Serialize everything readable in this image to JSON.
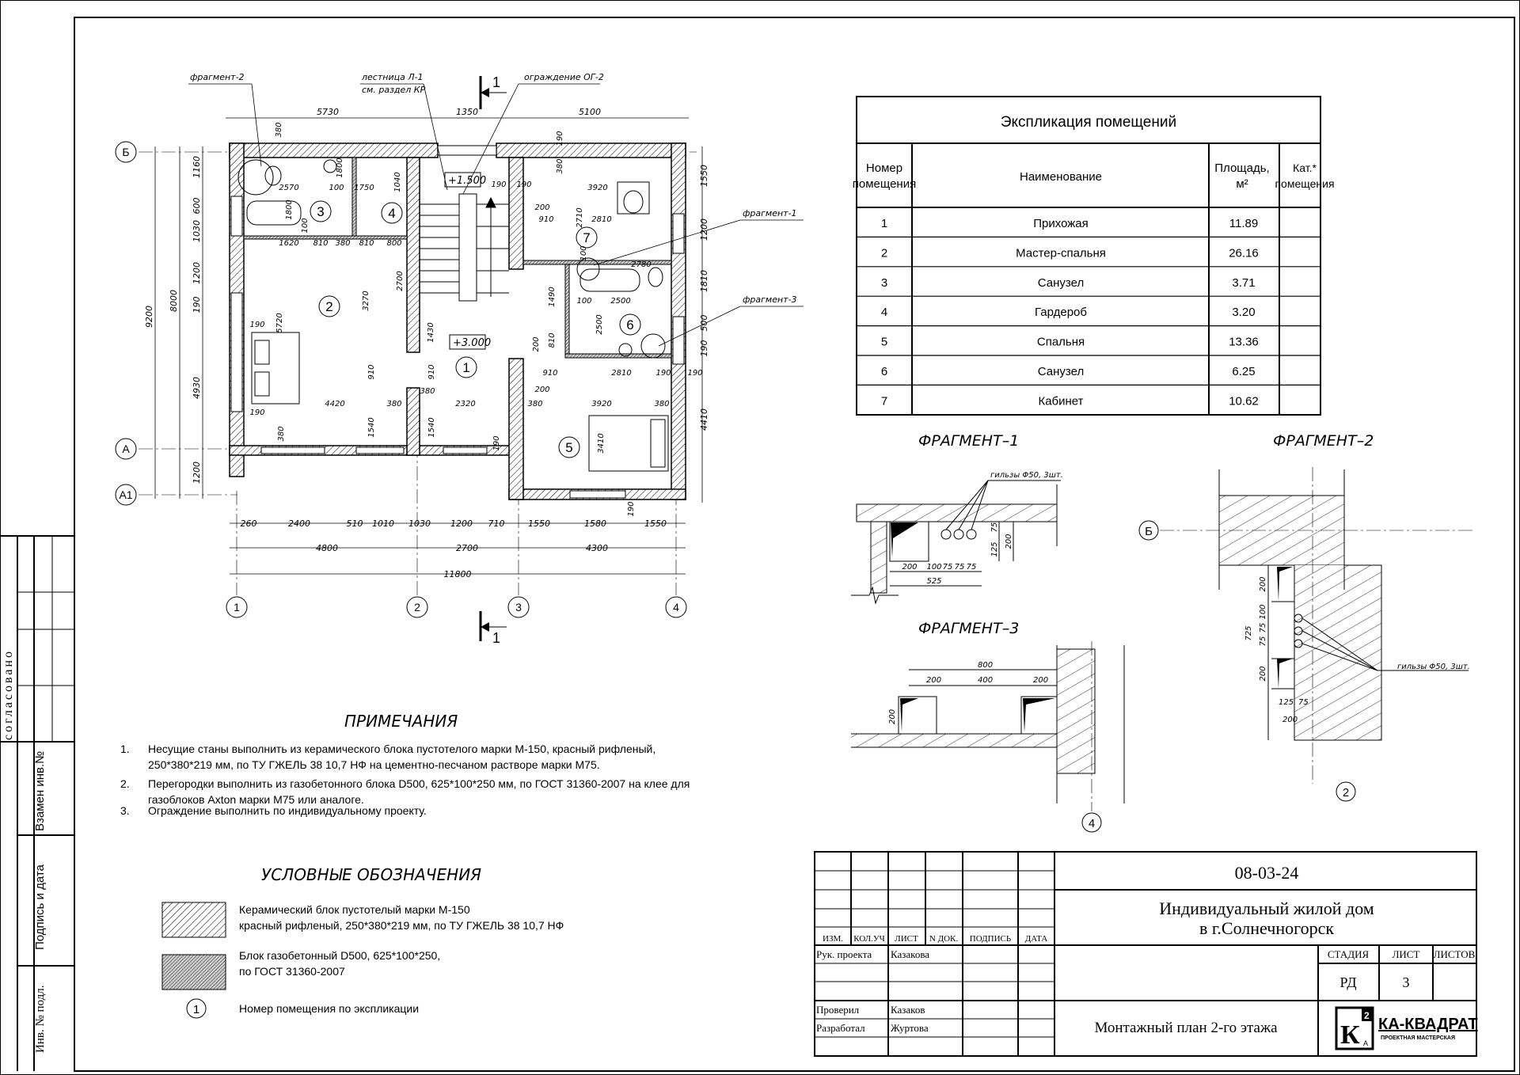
{
  "plan": {
    "callouts": {
      "fragment2": "фрагмент-2",
      "stair_line1": "лестница Л-1",
      "stair_line2": "см. раздел КР",
      "railing": "ограждение ОГ-2",
      "fragment1": "фрагмент-1",
      "fragment3": "фрагмент-3",
      "section_mark": "1"
    },
    "levels": [
      "+1.500",
      "+3.000"
    ],
    "room_numbers": [
      "1",
      "2",
      "3",
      "4",
      "5",
      "6",
      "7"
    ],
    "axes": {
      "rows": [
        "Б",
        "А",
        "А1"
      ],
      "cols": [
        "1",
        "2",
        "3",
        "4"
      ]
    },
    "dims_top": [
      "5730",
      "1350",
      "5100"
    ],
    "dims_bottom_1": [
      "260",
      "2400",
      "510",
      "1010",
      "1030",
      "1200",
      "710",
      "1550",
      "1580",
      "1550"
    ],
    "dims_bottom_2": [
      "4800",
      "2700",
      "4300"
    ],
    "dims_bottom_3": [
      "11800"
    ],
    "dims_left_1": [
      "1160",
      "600",
      "1030",
      "1200",
      "190",
      "4930",
      "1200"
    ],
    "dims_left_2": [
      "8000"
    ],
    "dims_left_3": [
      "9200"
    ],
    "dims_right": [
      "1550",
      "1200",
      "1810",
      "500",
      "190",
      "4410"
    ],
    "dims_inner": [
      "380",
      "2570",
      "100",
      "1750",
      "1800",
      "1620",
      "810",
      "380",
      "810",
      "800",
      "1800",
      "100",
      "3270",
      "2700",
      "1040",
      "190",
      "190",
      "3920",
      "190",
      "380",
      "200",
      "910",
      "2710",
      "2810",
      "2780",
      "100",
      "1490",
      "2500",
      "100",
      "2500",
      "200",
      "810",
      "910",
      "2810",
      "190",
      "190",
      "380",
      "3920",
      "380",
      "200",
      "3410",
      "5720",
      "190",
      "190",
      "4420",
      "380",
      "2320",
      "380",
      "910",
      "910",
      "1540",
      "1540",
      "1430",
      "380",
      "190",
      "190"
    ]
  },
  "explication": {
    "title": "Экспликация помещений",
    "headers": {
      "number": "Номер помещения",
      "name": "Наименование",
      "area": "Площадь, м²",
      "category": "Кат.* помещения"
    },
    "rows": [
      {
        "number": "1",
        "name": "Прихожая",
        "area": "11.89"
      },
      {
        "number": "2",
        "name": "Мастер-спальня",
        "area": "26.16"
      },
      {
        "number": "3",
        "name": "Санузел",
        "area": "3.71"
      },
      {
        "number": "4",
        "name": "Гардероб",
        "area": "3.20"
      },
      {
        "number": "5",
        "name": "Спальня",
        "area": "13.36"
      },
      {
        "number": "6",
        "name": "Санузел",
        "area": "6.25"
      },
      {
        "number": "7",
        "name": "Кабинет",
        "area": "10.62"
      }
    ]
  },
  "fragments": {
    "f1": {
      "title": "ФРАГМЕНТ–1",
      "label": "гильзы Φ50, 3шт.",
      "dims": [
        "200",
        "100",
        "75",
        "75",
        "75",
        "525",
        "125",
        "75",
        "200"
      ]
    },
    "f2": {
      "title": "ФРАГМЕНТ–2",
      "label": "гильзы Φ50, 3шт.",
      "axis": "Б",
      "axis2": "2",
      "dims": [
        "200",
        "100",
        "75",
        "75",
        "200",
        "725",
        "125",
        "75",
        "200"
      ]
    },
    "f3": {
      "title": "ФРАГМЕНТ–3",
      "axis": "4",
      "dims": [
        "800",
        "200",
        "400",
        "200",
        "200"
      ]
    }
  },
  "notes": {
    "title": "ПРИМЕЧАНИЯ",
    "items": [
      {
        "num": "1.",
        "line1": "Несущие станы выполнить из керамического блока пустотелого марки М-150, красный рифленый,",
        "line2": "250*380*219 мм, по ТУ ГЖЕЛЬ 38 10,7 НФ на цементно-песчаном растворе марки М75."
      },
      {
        "num": "2.",
        "line1": "Перегородки выполнить из газобетонного блока D500, 625*100*250 мм, по ГОСТ 31360-2007 на клее для",
        "line2": "газоблоков Axton марки М75 или аналоге."
      },
      {
        "num": "3.",
        "line1": "Ограждение выполнить по индивидуальному проекту.",
        "line2": ""
      }
    ]
  },
  "legend": {
    "title": "УСЛОВНЫЕ  ОБОЗНАЧЕНИЯ",
    "items": [
      {
        "line1": "Керамический блок пустотелый марки М-150",
        "line2": "красный рифленый, 250*380*219 мм, по ТУ ГЖЕЛЬ 38 10,7 НФ"
      },
      {
        "line1": "Блок газобетонный D500, 625*100*250,",
        "line2": "по ГОСТ 31360-2007"
      },
      {
        "symbol": "1",
        "line1": "Номер помещения по экспликации"
      }
    ]
  },
  "side_stamp": {
    "agreed": "согласовано",
    "replaced": "Взамен инв.№",
    "sign_date": "Подпись и дата",
    "inv_no": "Инв. № подл."
  },
  "title_block": {
    "code": "08-03-24",
    "project_line1": "Индивидуальный жилой дом",
    "project_line2": "в г.Солнечногорск",
    "sheet_title": "Монтажный план 2-го этажа",
    "col_headers": [
      "ИЗМ.",
      "КОЛ.УЧ",
      "ЛИСТ",
      "N ДОК.",
      "ПОДПИСЬ",
      "ДАТА"
    ],
    "roles": [
      {
        "role": "Рук. проекта",
        "name": "Казакова"
      },
      {
        "role": "Проверил",
        "name": "Казаков"
      },
      {
        "role": "Разработал",
        "name": "Журтова"
      }
    ],
    "stage_label": "СТАДИЯ",
    "sheet_label": "ЛИСТ",
    "sheets_label": "ЛИСТОВ",
    "stage": "РД",
    "sheet": "3",
    "sheets": "",
    "logo": {
      "mark": "К",
      "sup": "2",
      "sub": "А",
      "name": "КА-КВАДРАТ",
      "tagline": "ПРОЕКТНАЯ МАСТЕРСКАЯ"
    }
  }
}
